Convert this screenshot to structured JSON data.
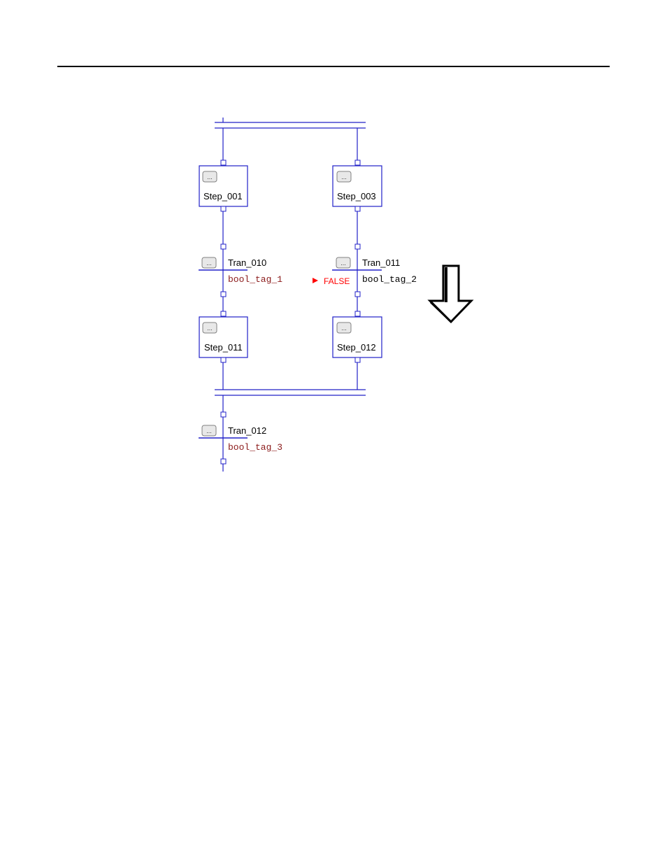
{
  "steps": [
    {
      "id": "step_001",
      "name": "Step_001"
    },
    {
      "id": "step_003",
      "name": "Step_003"
    },
    {
      "id": "step_011",
      "name": "Step_011"
    },
    {
      "id": "step_012",
      "name": "Step_012"
    }
  ],
  "transitions": [
    {
      "id": "tran_010",
      "name": "Tran_010",
      "condition": "bool_tag_1"
    },
    {
      "id": "tran_011",
      "name": "Tran_011",
      "condition": "bool_tag_2",
      "status": "FALSE"
    },
    {
      "id": "tran_012",
      "name": "Tran_012",
      "condition": "bool_tag_3"
    }
  ],
  "button_label": "...",
  "colors": {
    "wire": "#2020c8",
    "condition_text": "#8b1a1a",
    "status_false": "#ff0000"
  },
  "icons": {
    "arrow": "down-arrow-icon",
    "status_marker": "triangle-right-icon"
  }
}
